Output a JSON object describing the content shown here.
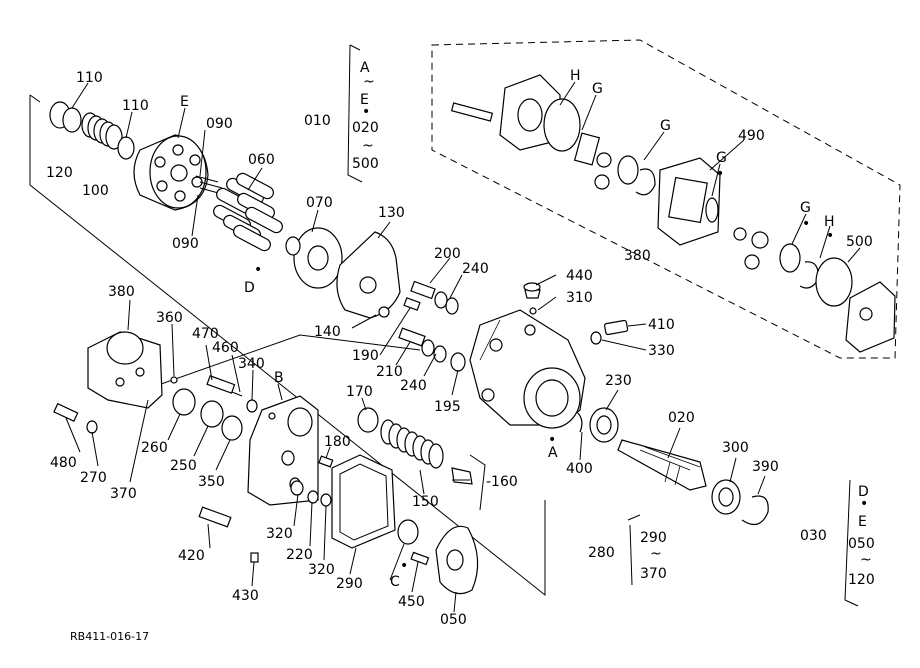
{
  "diagram": {
    "drawing_code": "RB411-016-17",
    "parts": [
      "010",
      "020",
      "030",
      "050",
      "060",
      "070",
      "090",
      "100",
      "110",
      "120",
      "130",
      "140",
      "150",
      "160",
      "170",
      "180",
      "190",
      "195",
      "200",
      "210",
      "220",
      "230",
      "240",
      "250",
      "260",
      "270",
      "280",
      "290",
      "300",
      "310",
      "320",
      "330",
      "340",
      "350",
      "360",
      "370",
      "380",
      "390",
      "400",
      "410",
      "420",
      "430",
      "440",
      "450",
      "460",
      "470",
      "480",
      "490",
      "500"
    ],
    "letter_refs": [
      "A",
      "B",
      "C",
      "D",
      "E",
      "G",
      "H"
    ],
    "range_groups": [
      {
        "label": "010",
        "from": "A",
        "from2": "E",
        "sep": "~",
        "mid": "020",
        "to": "500"
      },
      {
        "label": "030",
        "from": "D",
        "from2": "E",
        "sep": "~",
        "mid": "050",
        "to": "120"
      },
      {
        "label": "280",
        "from": "290",
        "sep": "~",
        "to": "370"
      }
    ],
    "dash_prefix": "-160",
    "tilde": "~",
    "dot": "•"
  }
}
